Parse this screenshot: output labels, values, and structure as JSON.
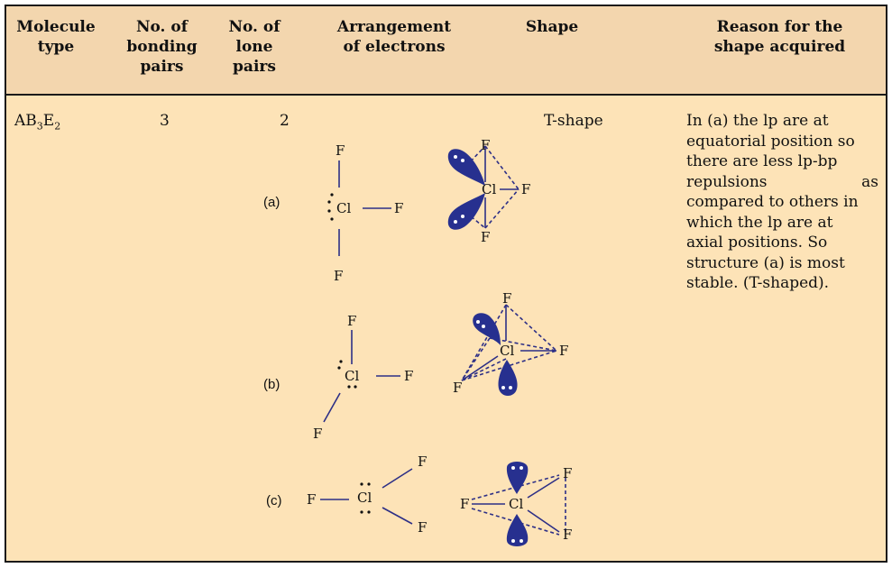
{
  "header": {
    "molecule_type": [
      "Molecule",
      "type"
    ],
    "bonding_pairs": [
      "No. of",
      "bonding",
      "pairs"
    ],
    "lone_pairs": [
      "No. of",
      "lone",
      "pairs"
    ],
    "arrangement": [
      "Arrangement",
      "of electrons"
    ],
    "shape": [
      "Shape"
    ],
    "reason": [
      "Reason for the",
      "shape acquired"
    ]
  },
  "row": {
    "molecule_base": "AB",
    "molecule_sub1": "3",
    "molecule_mid": "E",
    "molecule_sub2": "2",
    "bonding_pairs": "3",
    "lone_pairs": "2",
    "shape": "T-shape",
    "reason_lines": [
      "In (a) the lp are at",
      "equatorial position so",
      "there are less lp-bp",
      "repulsions as",
      "compared to others in",
      "which the lp are at",
      "axial positions. So",
      "structure (a) is most",
      "stable. (T-shaped)."
    ],
    "structures": [
      {
        "label": "(a)"
      },
      {
        "label": "(b)"
      },
      {
        "label": "(c)"
      }
    ]
  },
  "atoms": {
    "central": "Cl",
    "ligand": "F"
  },
  "colors": {
    "header_bg": "#f3d6ae",
    "body_bg": "#fde3b7",
    "lobe": "#27308f",
    "line": "#2d2f86"
  }
}
